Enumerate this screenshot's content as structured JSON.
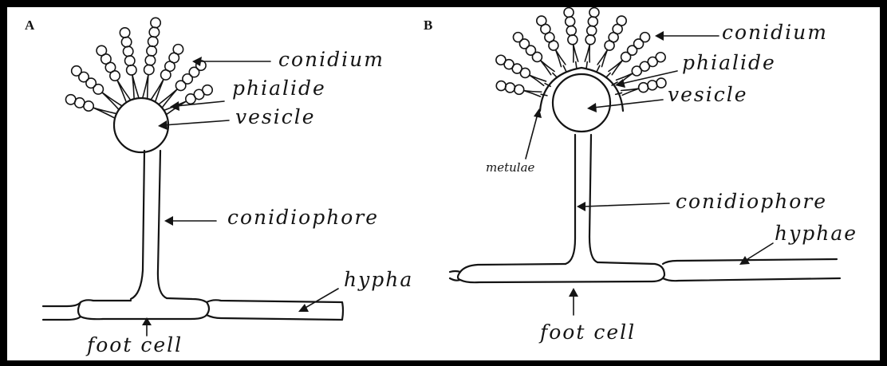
{
  "panels": {
    "a": {
      "letter": "A",
      "labels": {
        "conidium": "conidium",
        "phialide": "phialide",
        "vesicle": "vesicle",
        "conidiophore": "conidiophore",
        "hypha": "hypha",
        "foot_cell": "foot cell"
      }
    },
    "b": {
      "letter": "B",
      "labels": {
        "conidium": "conidium",
        "phialide": "phialide",
        "vesicle": "vesicle",
        "metulae": "metulae",
        "conidiophore": "conidiophore",
        "hyphae": "hyphae",
        "foot_cell": "foot cell"
      }
    }
  }
}
